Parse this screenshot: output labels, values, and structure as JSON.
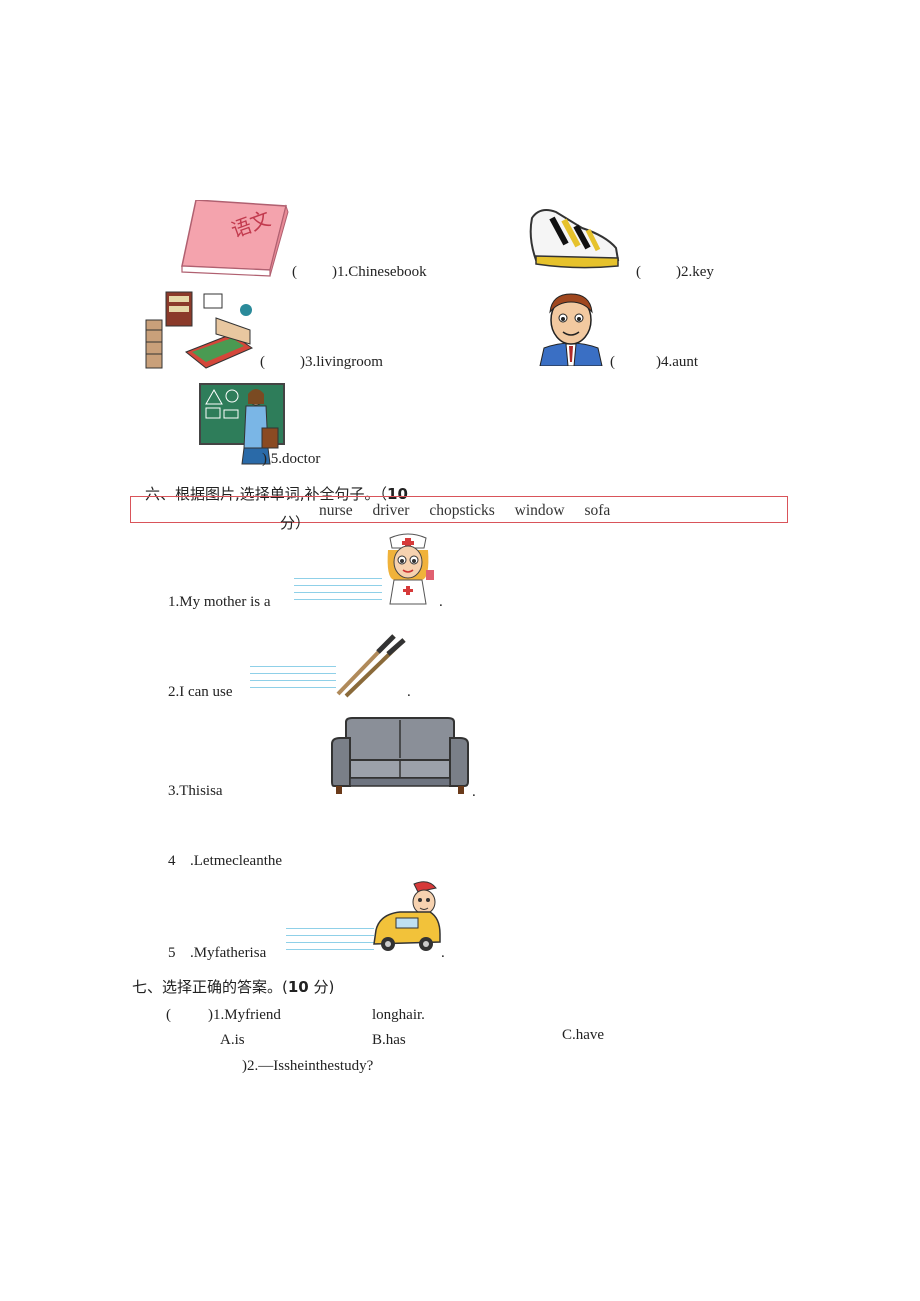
{
  "section5": {
    "items": [
      {
        "paren": "(",
        "label": ")1.Chinesebook"
      },
      {
        "paren": "(",
        "label": ")2.key"
      },
      {
        "paren": "(",
        "label": ")3.livingroom"
      },
      {
        "paren": "(",
        "label": ")4.aunt"
      },
      {
        "paren": "(",
        "label": ") 5.doctor"
      }
    ],
    "book_text": "语文"
  },
  "section6": {
    "title": "六、根据图片,选择单词,补全句子。（",
    "points": "10",
    "points_tail": "分）",
    "words": [
      "nurse",
      "driver",
      "chopsticks",
      "window",
      "sofa"
    ],
    "sentences": [
      {
        "text": "1.My mother is a",
        "end": "."
      },
      {
        "text": "2.I can use",
        "end": "."
      },
      {
        "text": "3.Thisisa",
        "end": "."
      },
      {
        "num": "4",
        "text": ".Letmecleanthe"
      },
      {
        "num": "5",
        "text": ".Myfatherisa",
        "end": "."
      }
    ]
  },
  "section7": {
    "title": "七、选择正确的答案。(",
    "points": "10",
    "points_tail": " 分)",
    "q1": {
      "paren": "(",
      "stem": ")1.Myfriend",
      "tail": "longhair.",
      "options": [
        "A.is",
        "B.has",
        "C.have"
      ]
    },
    "q2": {
      "stem": ")2.—Issheinthestudy?"
    }
  }
}
